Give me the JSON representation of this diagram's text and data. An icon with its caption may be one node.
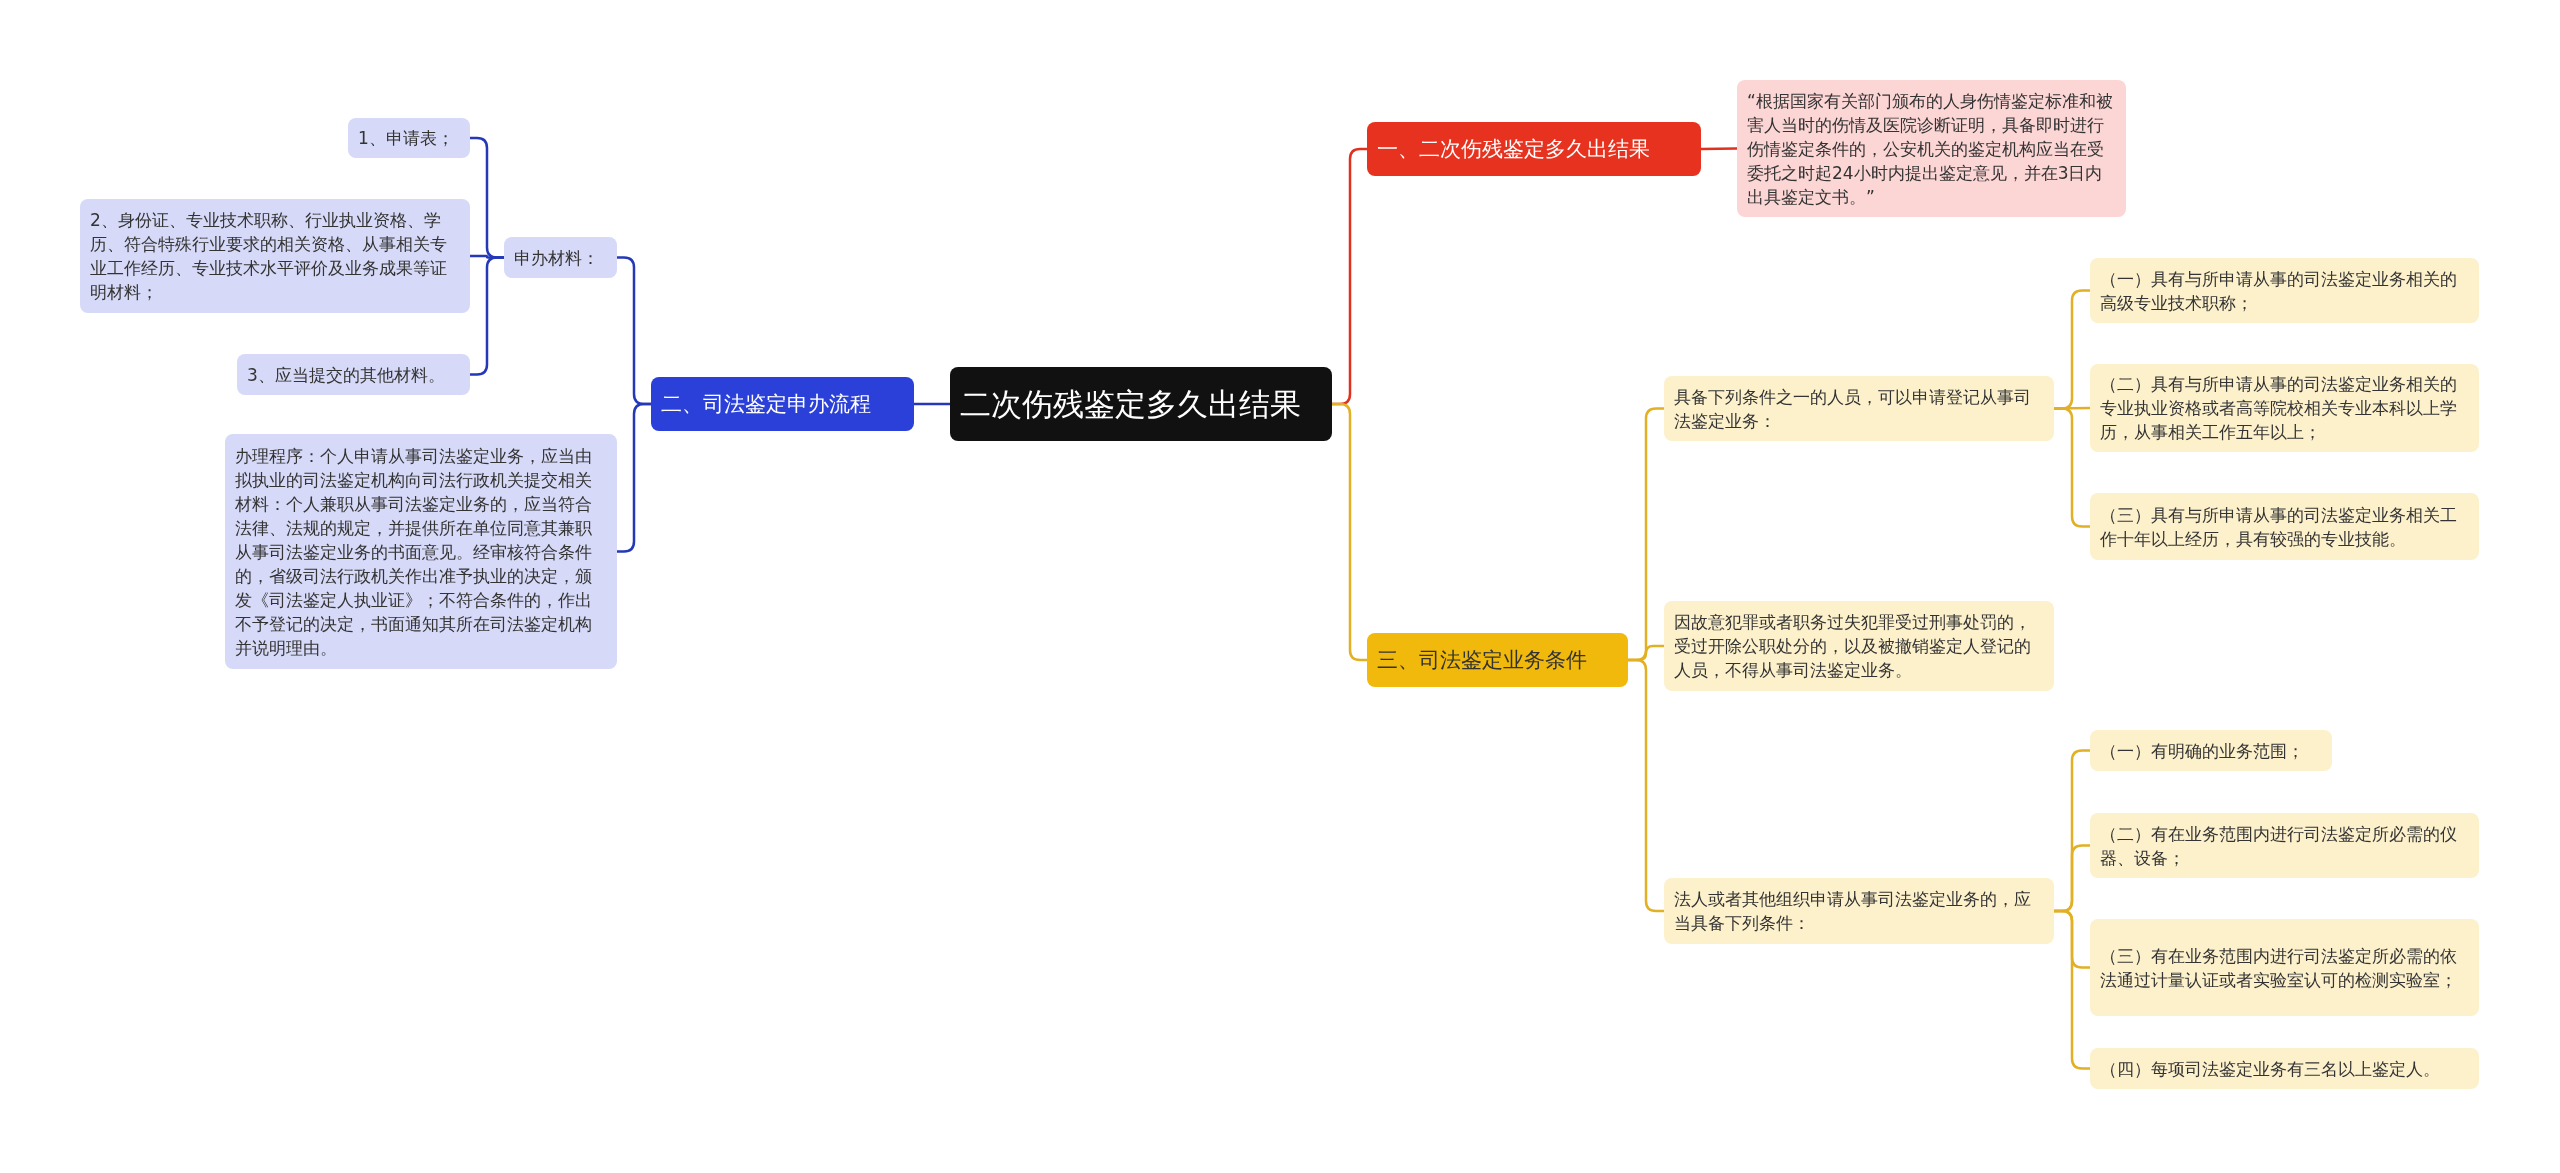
{
  "diagram": {
    "nodes": [
      {
        "text": [
          "二次伤残鉴定多久出结果"
        ]
      },
      {
        "text": [
          "一、二次伤残鉴定多久出结果"
        ]
      },
      {
        "text": [
          "“根据国家有关部门颁布的人身伤情鉴定标准和被害人当时的伤情及医院诊断证明，具备即时进行伤情鉴定条件的，公安机关的鉴定机构应当在受委托之时起24小时内提出鉴定意见，并在3日内出具鉴定文书。”"
        ]
      },
      {
        "text": [
          "二、司法鉴定申办流程"
        ]
      },
      {
        "text": [
          "申办材料："
        ]
      },
      {
        "text": [
          "1、申请表；"
        ]
      },
      {
        "text": [
          "2、身份证、专业技术职称、行业执业资格、学历、符合特殊行业要求的相关资格、从事相关专业工作经历、专业技术水平评价及业务成果等证明材料；"
        ]
      },
      {
        "text": [
          "3、应当提交的其他材料。"
        ]
      },
      {
        "text": [
          "办理程序：个人申请从事司法鉴定业务，应当由拟执业的司法鉴定机构向司法行政机关提交相关材料：个人兼职从事司法鉴定业务的，应当符合法律、法规的规定，并提供所在单位同意其兼职从事司法鉴定业务的书面意见。经审核符合条件的，省级司法行政机关作出准予执业的决定，颁发《司法鉴定人执业证》；不符合条件的，作出不予登记的决定，书面通知其所在司法鉴定机构并说明理由。"
        ]
      },
      {
        "text": [
          "三、司法鉴定业务条件"
        ]
      },
      {
        "text": [
          "具备下列条件之一的人员，可以申请登记从事司法鉴定业务："
        ]
      },
      {
        "text": [
          "（一）具有与所申请从事的司法鉴定业务相关的高级专业技术职称；"
        ]
      },
      {
        "text": [
          "（二）具有与所申请从事的司法鉴定业务相关的专业执业资格或者高等院校相关专业本科以上学历，从事相关工作五年以上；"
        ]
      },
      {
        "text": [
          "（三）具有与所申请从事的司法鉴定业务相关工作十年以上经历，具有较强的专业技能。"
        ]
      },
      {
        "text": [
          "因故意犯罪或者职务过失犯罪受过刑事处罚的，受过开除公职处分的，以及被撤销鉴定人登记的人员，不得从事司法鉴定业务。"
        ]
      },
      {
        "text": [
          "法人或者其他组织申请从事司法鉴定业务的，应当具备下列条件："
        ]
      },
      {
        "text": [
          "（一）有明确的业务范围；"
        ]
      },
      {
        "text": [
          "（二）有在业务范围内进行司法鉴定所必需的仪器、设备；"
        ]
      },
      {
        "text": [
          "（三）有在业务范围内进行司法鉴定所必需的依法通过计量认证或者实验室认可的检测实验室；"
        ]
      },
      {
        "text": [
          "（四）每项司法鉴定业务有三名以上鉴定人。"
        ]
      }
    ],
    "edges": [
      {
        "from": 0,
        "to": 1,
        "arrow": "none",
        "color": "#e0301e"
      },
      {
        "from": 1,
        "to": 2,
        "arrow": "none",
        "color": "#e0301e"
      },
      {
        "from": 0,
        "to": 3,
        "arrow": "none",
        "color": "#2438b8"
      },
      {
        "from": 3,
        "to": 4,
        "arrow": "none",
        "color": "#2438b8"
      },
      {
        "from": 4,
        "to": 5,
        "arrow": "none",
        "color": "#2438b8"
      },
      {
        "from": 4,
        "to": 6,
        "arrow": "none",
        "color": "#2438b8"
      },
      {
        "from": 4,
        "to": 7,
        "arrow": "none",
        "color": "#2438b8"
      },
      {
        "from": 3,
        "to": 8,
        "arrow": "none",
        "color": "#2438b8"
      },
      {
        "from": 0,
        "to": 9,
        "arrow": "none"
      },
      {
        "from": 9,
        "to": 10,
        "arrow": "none"
      },
      {
        "from": 10,
        "to": 11,
        "arrow": "none"
      },
      {
        "from": 10,
        "to": 12,
        "arrow": "none"
      },
      {
        "from": 10,
        "to": 13,
        "arrow": "none"
      },
      {
        "from": 9,
        "to": 14,
        "arrow": "none"
      },
      {
        "from": 9,
        "to": 15,
        "arrow": "none"
      },
      {
        "from": 15,
        "to": 16,
        "arrow": "none"
      },
      {
        "from": 15,
        "to": 17,
        "arrow": "none"
      },
      {
        "from": 15,
        "to": 18,
        "arrow": "none"
      },
      {
        "from": 15,
        "to": 19,
        "arrow": "none"
      }
    ]
  }
}
